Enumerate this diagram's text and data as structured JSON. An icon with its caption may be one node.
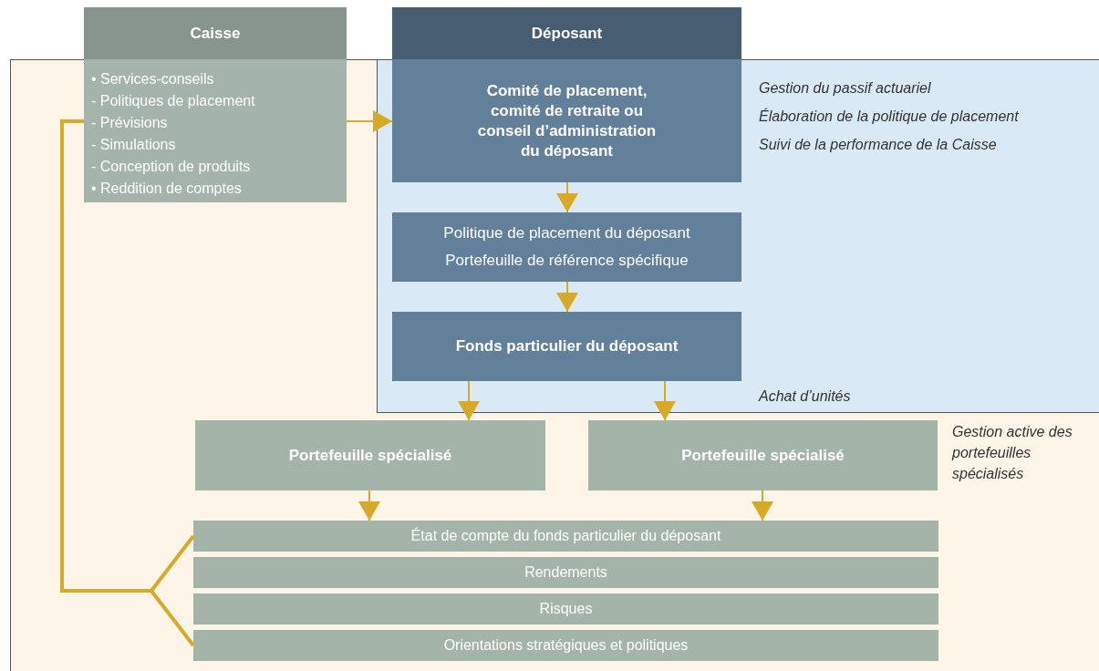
{
  "diagram": {
    "nodes": [
      {
        "text": [
          "Caisse",
          "• Services-conseils",
          "- Politiques de placement",
          "- Prévisions",
          "- Simulations",
          "- Conception de produits",
          "• Reddition de comptes"
        ]
      },
      {
        "text": [
          "Déposant"
        ]
      },
      {
        "text": [
          "Comité de placement, comité de retraite ou conseil d’administration du déposant"
        ],
        "in": 1,
        "beside": [
          "Gestion du passif actuariel",
          "Élaboration de la politique de placement",
          "Suivi de la performance de la Caisse"
        ]
      },
      {
        "text": [
          "Politique de placement du déposant",
          "Portefeuille de référence spécifique"
        ],
        "in": 1
      },
      {
        "text": [
          "Fonds particulier du déposant"
        ],
        "in": 1
      },
      {
        "text": [
          "Portefeuille spécialisé"
        ]
      },
      {
        "text": [
          "Portefeuille spécialisé"
        ],
        "beside": [
          "Gestion active des portefeuilles spécialisés"
        ]
      },
      {
        "text": [
          "État de compte du fonds particulier du déposant"
        ]
      },
      {
        "text": [
          "Rendements"
        ]
      },
      {
        "text": [
          "Risques"
        ]
      },
      {
        "text": [
          "Orientations stratégiques et politiques"
        ]
      }
    ],
    "edges": [
      {
        "from": 0,
        "to": 2,
        "arrow": "to"
      },
      {
        "from": 2,
        "to": 3,
        "arrow": "to"
      },
      {
        "from": 3,
        "to": 4,
        "arrow": "to"
      },
      {
        "from": 4,
        "to": 5,
        "arrow": "to"
      },
      {
        "from": 4,
        "to": 6,
        "arrow": "to"
      },
      {
        "from": 5,
        "to": 7,
        "arrow": "to"
      },
      {
        "from": 6,
        "to": 7,
        "arrow": "to"
      },
      {
        "from": 0,
        "to": 7,
        "arrow": "none",
        "style": "thick"
      },
      {
        "from": 0,
        "to": 10,
        "arrow": "none",
        "style": "thick"
      }
    ],
    "labels": [
      "Achat d’unités"
    ]
  }
}
